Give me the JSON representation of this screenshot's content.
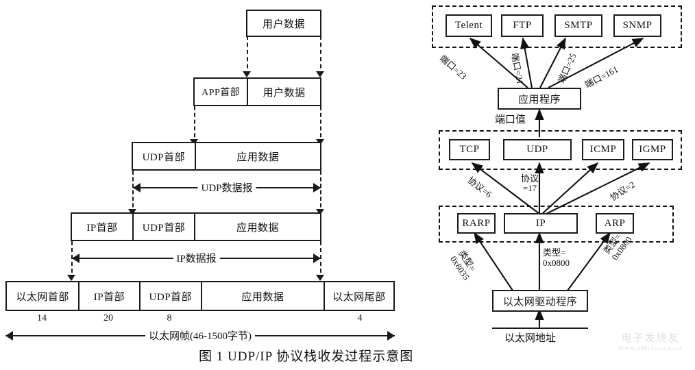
{
  "caption": "图 1   UDP/IP 协议栈收发过程示意图",
  "encapsulation": {
    "rows": [
      {
        "id": "user-data",
        "cells": [
          {
            "label": "用户数据"
          }
        ]
      },
      {
        "id": "app-layer",
        "cells": [
          {
            "label": "APP首部"
          },
          {
            "label": "用户数据"
          }
        ]
      },
      {
        "id": "udp-layer",
        "cells": [
          {
            "label": "UDP首部"
          },
          {
            "label": "应用数据"
          }
        ]
      },
      {
        "id": "ip-layer",
        "cells": [
          {
            "label": "IP首部"
          },
          {
            "label": "UDP首部"
          },
          {
            "label": "应用数据"
          }
        ]
      },
      {
        "id": "ethernet-frame",
        "cells": [
          {
            "label": "以太网首部"
          },
          {
            "label": "IP首部"
          },
          {
            "label": "UDP首部"
          },
          {
            "label": "应用数据"
          },
          {
            "label": "以太网尾部"
          }
        ]
      }
    ],
    "byte_labels": [
      {
        "value": "14"
      },
      {
        "value": "20"
      },
      {
        "value": "8"
      },
      {
        "value": "4"
      }
    ],
    "measures": [
      {
        "id": "udp-datagram",
        "label": "UDP数据报"
      },
      {
        "id": "ip-datagram",
        "label": "IP数据报"
      },
      {
        "id": "ethernet-frame-span",
        "label": "以太网帧(46-1500字节)"
      }
    ]
  },
  "stack": {
    "application_layer": {
      "nodes": [
        {
          "label": "Telent"
        },
        {
          "label": "FTP"
        },
        {
          "label": "SMTP"
        },
        {
          "label": "SNMP"
        }
      ],
      "edge_labels": [
        {
          "text": "端口=23"
        },
        {
          "text": "端口=21"
        },
        {
          "text": "端口=25"
        },
        {
          "text": "端口=161"
        }
      ]
    },
    "app_program": {
      "label": "应用程序"
    },
    "port_value_label": "端口值",
    "transport_layer": {
      "nodes": [
        {
          "label": "TCP"
        },
        {
          "label": "UDP"
        },
        {
          "label": "ICMP"
        },
        {
          "label": "IGMP"
        }
      ],
      "edge_labels": [
        {
          "text": "协议=6"
        },
        {
          "text_line1": "协议",
          "text_line2": "=17"
        },
        {
          "text": "协议=2"
        }
      ]
    },
    "network_layer": {
      "nodes": [
        {
          "label": "RARP"
        },
        {
          "label": "IP"
        },
        {
          "label": "ARP"
        }
      ],
      "edge_labels": [
        {
          "line1": "类型=",
          "line2": "0x8035"
        },
        {
          "line1": "类型=",
          "line2": "0x0800"
        },
        {
          "line1": "类型=",
          "line2": "0x0800"
        }
      ]
    },
    "driver": {
      "label": "以太网驱动程序"
    },
    "hardware_label": "以太网地址"
  },
  "watermark": {
    "cn": "电子发烧友",
    "url": "www.elecfans.com"
  }
}
